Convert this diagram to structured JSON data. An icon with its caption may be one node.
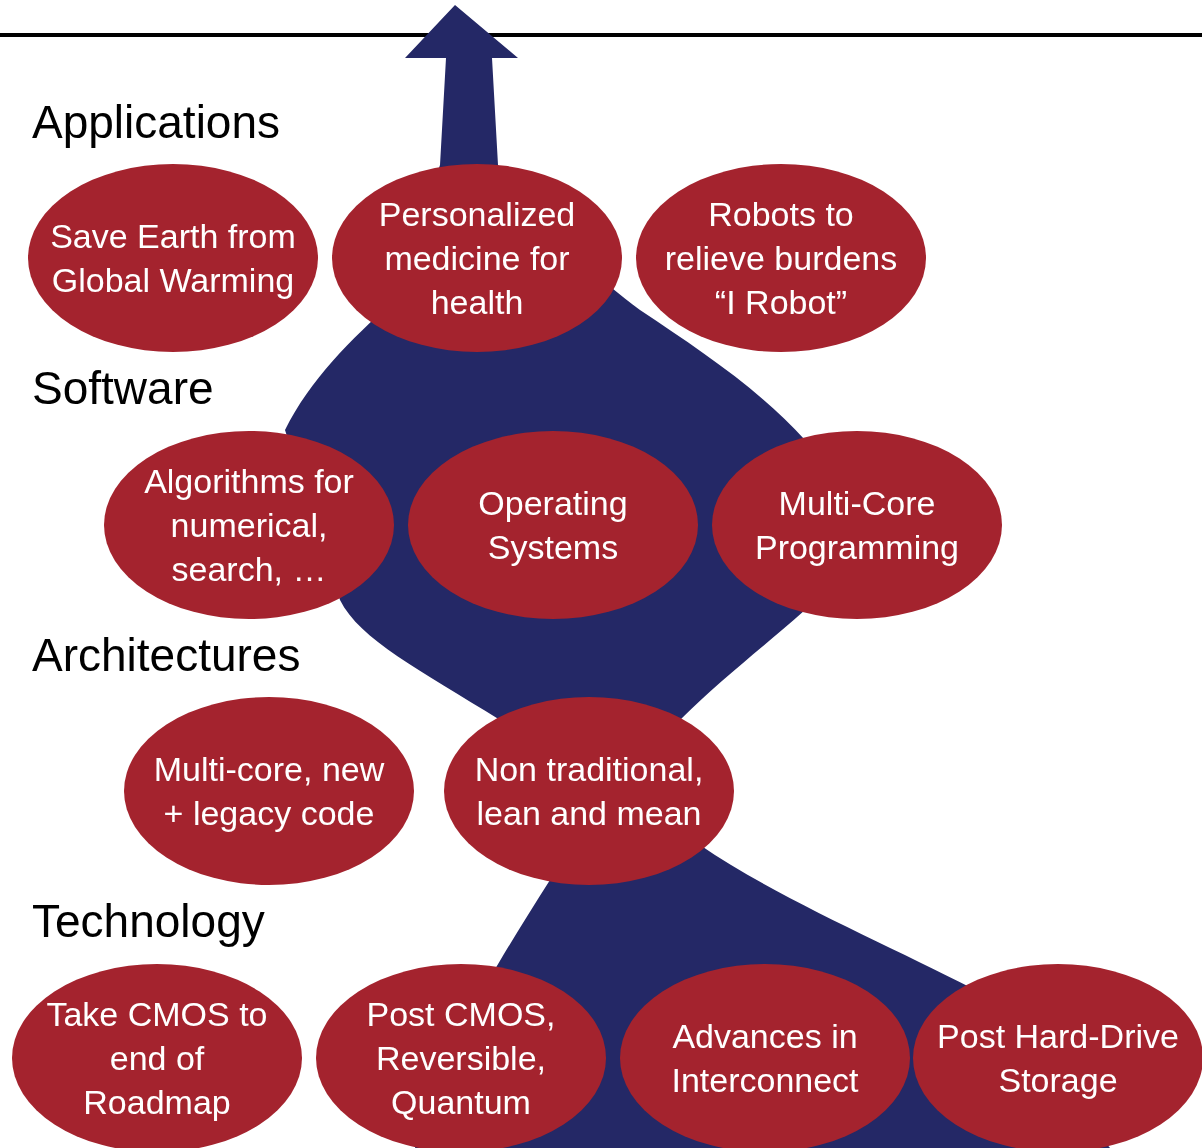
{
  "diagram": {
    "nodes": [
      {
        "text": [
          "Save Earth from Global Warming"
        ]
      },
      {
        "text": [
          "Personalized medicine for health"
        ]
      },
      {
        "text": [
          "Robots to relieve burdens “I Robot”"
        ]
      },
      {
        "text": [
          "Algorithms for numerical, search, …"
        ]
      },
      {
        "text": [
          "Operating Systems"
        ]
      },
      {
        "text": [
          "Multi-Core Programming"
        ]
      },
      {
        "text": [
          "Multi-core, new + legacy code"
        ]
      },
      {
        "text": [
          "Non traditional, lean and mean"
        ]
      },
      {
        "text": [
          "Take CMOS to end of Roadmap"
        ]
      },
      {
        "text": [
          "Post CMOS, Reversible, Quantum"
        ]
      },
      {
        "text": [
          "Advances in Interconnect"
        ]
      },
      {
        "text": [
          "Post Hard-Drive Storage"
        ]
      }
    ],
    "labels": [
      "Applications",
      "Software",
      "Architectures",
      "Technology"
    ]
  }
}
